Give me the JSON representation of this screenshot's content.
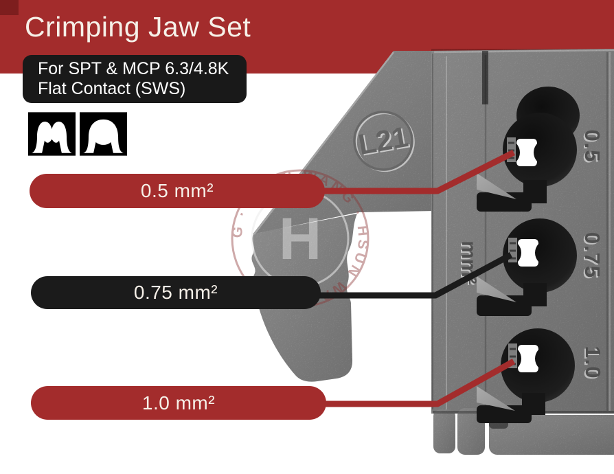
{
  "header": {
    "title": "Crimping Jaw Set",
    "subtitle_line1": "For SPT & MCP 6.3/4.8K",
    "subtitle_line2": "Flat Contact (SWS)"
  },
  "callouts": [
    {
      "label": "0.5 mm²",
      "style": "red"
    },
    {
      "label": "0.75 mm²",
      "style": "black"
    },
    {
      "label": "1.0 mm²",
      "style": "red"
    }
  ],
  "jaw_photo": {
    "stamp": "L21",
    "unit_marking": "mm²",
    "size_markings": [
      "0.5",
      "0.75",
      "1.0"
    ]
  },
  "watermark": {
    "arc_text": "G · HSUN WANG · HSUN WANG ·",
    "monogram": "H"
  },
  "icons": [
    {
      "name": "m-crimp-profile"
    },
    {
      "name": "dome-crimp-profile"
    }
  ],
  "colors": {
    "accent_red": "#A32C2C",
    "corner_dark_red": "#7D1E1E",
    "pill_black": "#1B1B1B",
    "text_cream": "#F6F0E8"
  }
}
